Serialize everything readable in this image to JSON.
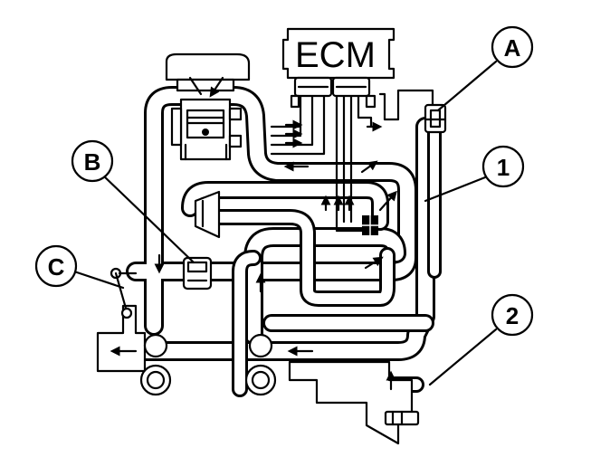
{
  "diagram": {
    "ecm_label": "ECM",
    "callouts": {
      "a": "A",
      "b": "B",
      "c": "C",
      "one": "1",
      "two": "2"
    }
  },
  "colors": {
    "ink": "#000000",
    "paper": "#ffffff"
  },
  "icons": [
    "flow-arrow-icon",
    "bolt-icon"
  ]
}
